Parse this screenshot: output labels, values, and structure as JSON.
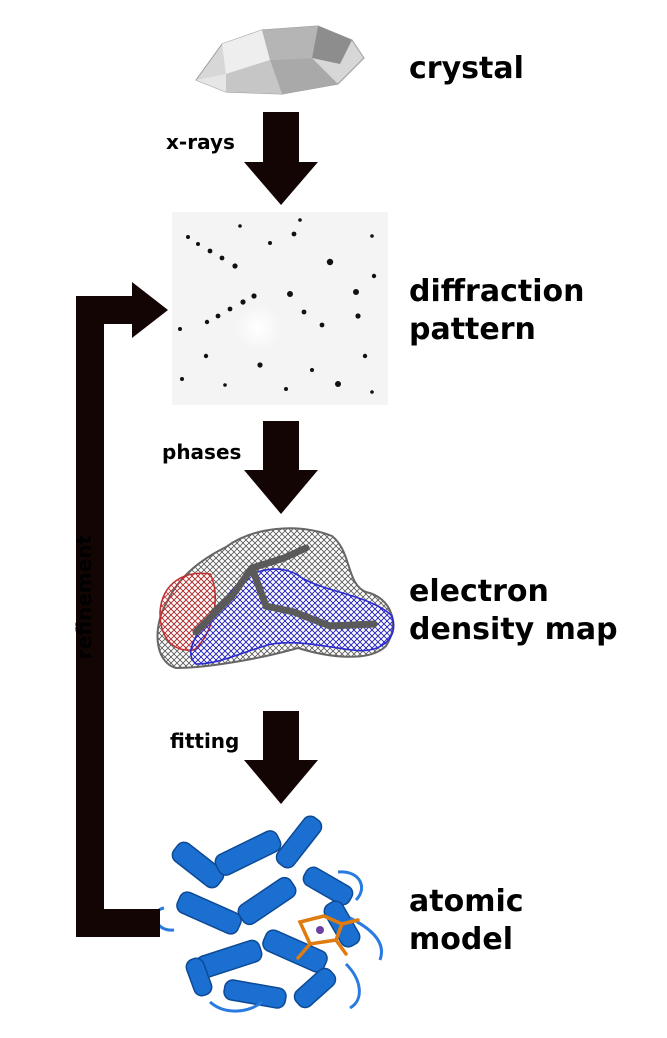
{
  "stages": {
    "crystal": "crystal",
    "diffraction": [
      "diffraction",
      "pattern"
    ],
    "electron": [
      "electron",
      "density map"
    ],
    "atomic": [
      "atomic",
      "model"
    ]
  },
  "steps": {
    "xrays": "x-rays",
    "phases": "phases",
    "fitting": "fitting",
    "refinement": "refinement"
  },
  "colors": {
    "arrow": "#140505",
    "protein": "#1a6fd0",
    "heme": "#e07b10",
    "mesh_red": "#c23030",
    "mesh_blue": "#2a2ad0",
    "mesh_gray": "#555555"
  }
}
